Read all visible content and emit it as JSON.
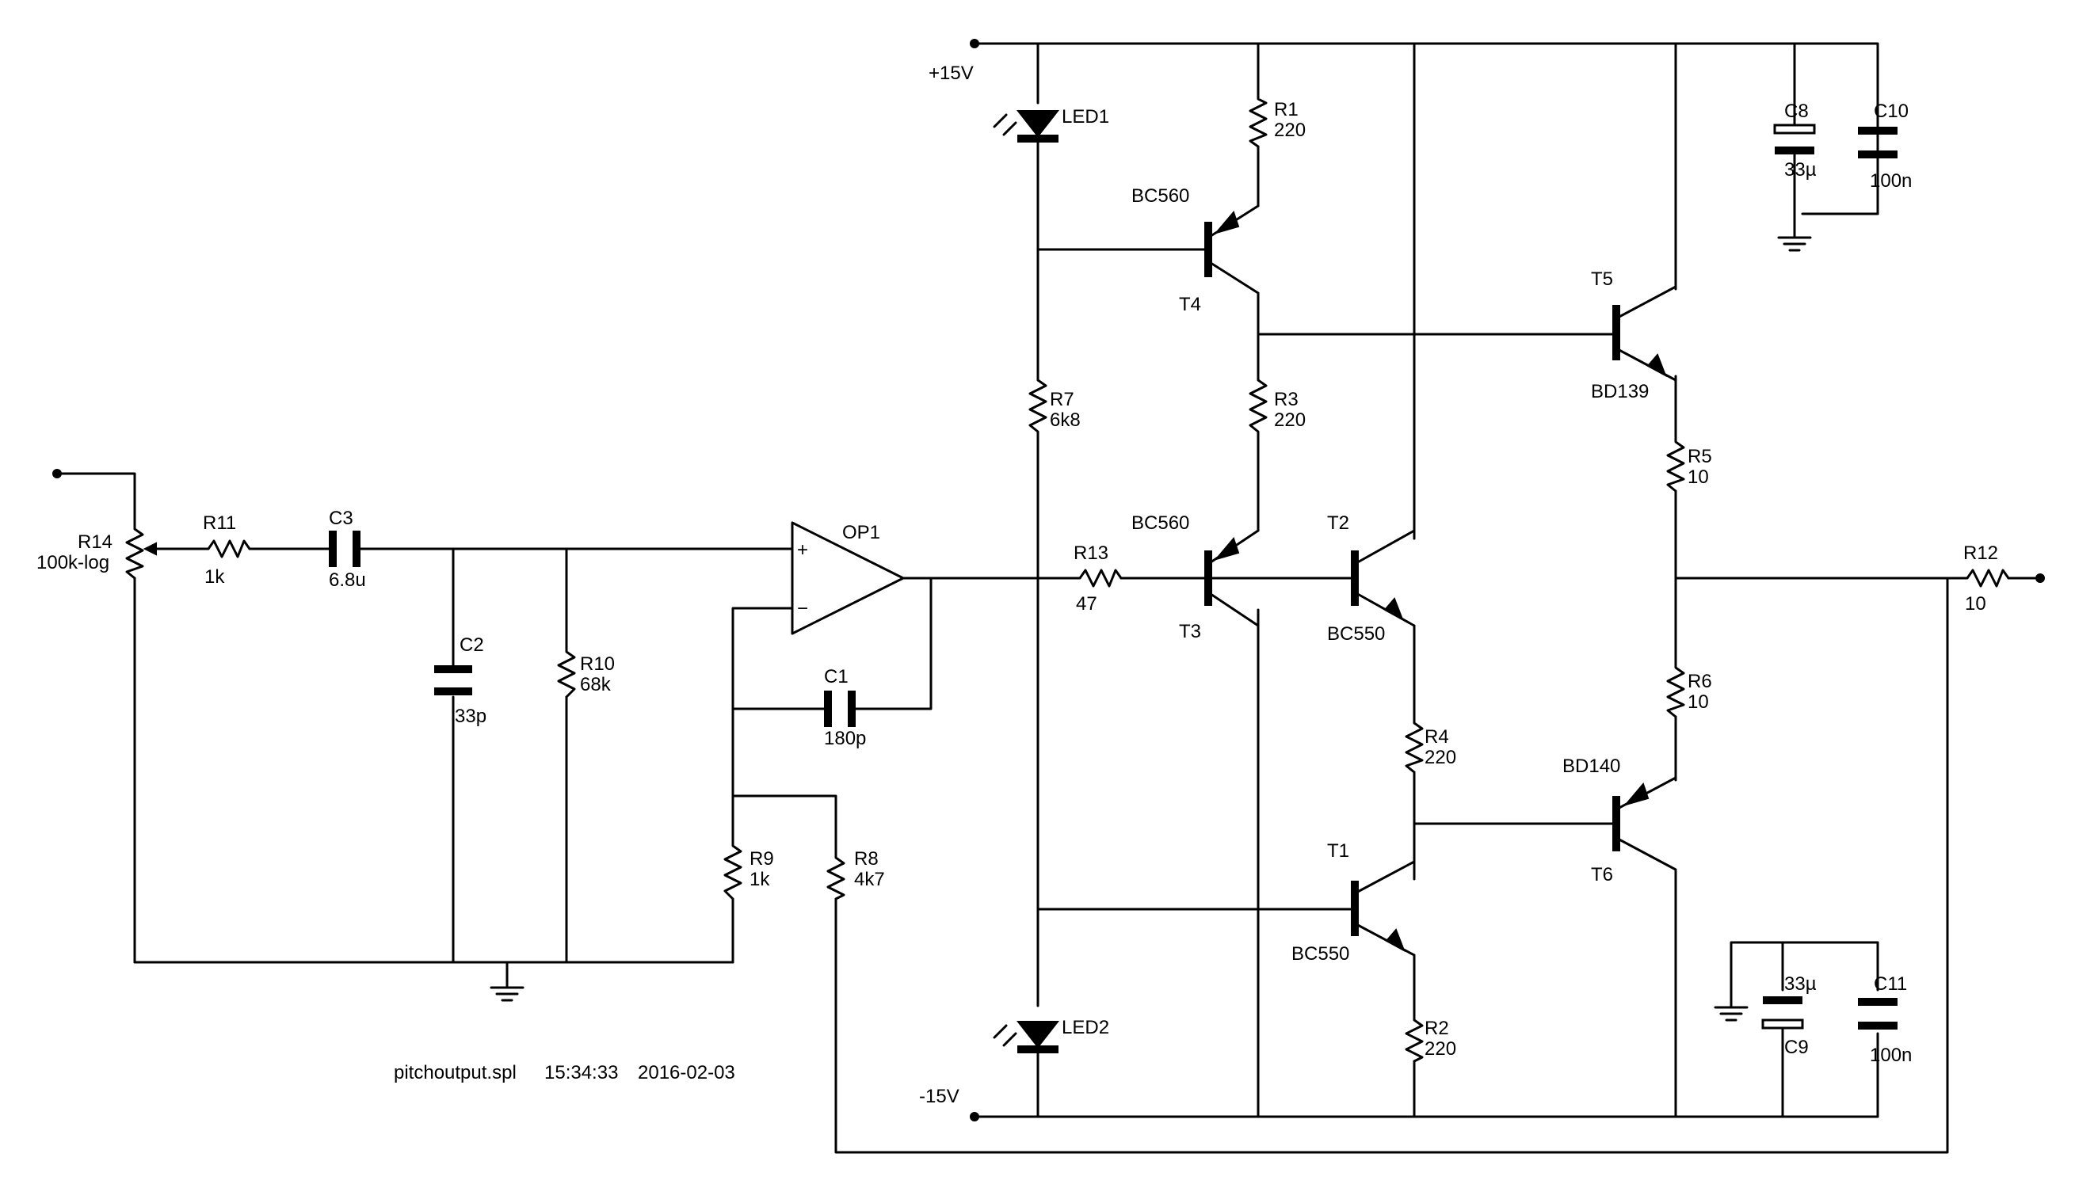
{
  "rails": {
    "positive": "+15V",
    "negative": "-15V"
  },
  "footer": {
    "filename": "pitchoutput.spl",
    "time": "15:34:33",
    "date": "2016-02-03"
  },
  "components": {
    "R1": {
      "ref": "R1",
      "value": "220"
    },
    "R2": {
      "ref": "R2",
      "value": "220"
    },
    "R3": {
      "ref": "R3",
      "value": "220"
    },
    "R4": {
      "ref": "R4",
      "value": "220"
    },
    "R5": {
      "ref": "R5",
      "value": "10"
    },
    "R6": {
      "ref": "R6",
      "value": "10"
    },
    "R7": {
      "ref": "R7",
      "value": "6k8"
    },
    "R8": {
      "ref": "R8",
      "value": "4k7"
    },
    "R9": {
      "ref": "R9",
      "value": "1k"
    },
    "R10": {
      "ref": "R10",
      "value": "68k"
    },
    "R11": {
      "ref": "R11",
      "value": "1k"
    },
    "R12": {
      "ref": "R12",
      "value": "10"
    },
    "R13": {
      "ref": "R13",
      "value": "47"
    },
    "R14": {
      "ref": "R14",
      "value": "100k-log"
    },
    "C1": {
      "ref": "C1",
      "value": "180p"
    },
    "C2": {
      "ref": "C2",
      "value": "33p"
    },
    "C3": {
      "ref": "C3",
      "value": "6.8u"
    },
    "C8": {
      "ref": "C8",
      "value": "33µ"
    },
    "C9": {
      "ref": "C9",
      "value": "33µ"
    },
    "C10": {
      "ref": "C10",
      "value": "100n"
    },
    "C11": {
      "ref": "C11",
      "value": "100n"
    },
    "T1": {
      "ref": "T1",
      "type": "BC550"
    },
    "T2": {
      "ref": "T2",
      "type": "BC550"
    },
    "T3": {
      "ref": "T3",
      "type": "BC560"
    },
    "T4": {
      "ref": "T4",
      "type": "BC560"
    },
    "T5": {
      "ref": "T5",
      "type": "BD139"
    },
    "T6": {
      "ref": "T6",
      "type": "BD140"
    },
    "LED1": {
      "ref": "LED1"
    },
    "LED2": {
      "ref": "LED2"
    },
    "OP1": {
      "ref": "OP1",
      "plus": "+",
      "minus": "−"
    }
  }
}
